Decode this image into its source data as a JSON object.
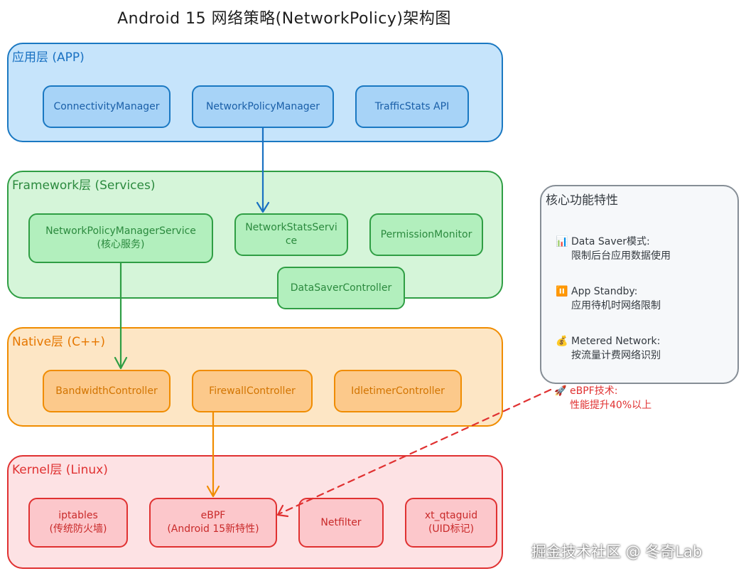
{
  "title": "Android 15 网络策略(NetworkPolicy)架构图",
  "layers": {
    "app": {
      "label": "应用层 (APP)",
      "components": [
        "ConnectivityManager",
        "NetworkPolicyManager",
        "TrafficStats API"
      ]
    },
    "framework": {
      "label": "Framework层 (Services)",
      "components": [
        {
          "line1": "NetworkPolicyManagerService",
          "line2": "(核心服务)"
        },
        {
          "line1": "NetworkStatsServi",
          "line2": "ce"
        },
        {
          "line1": "PermissionMonitor"
        },
        {
          "line1": "DataSaverController"
        }
      ]
    },
    "native": {
      "label": "Native层 (C++)",
      "components": [
        "BandwidthController",
        "FirewallController",
        "IdletimerController"
      ]
    },
    "kernel": {
      "label": "Kernel层 (Linux)",
      "components": [
        {
          "line1": "iptables",
          "line2": "(传统防火墙)"
        },
        {
          "line1": "eBPF",
          "line2": "(Android 15新特性)"
        },
        {
          "line1": "Netfilter"
        },
        {
          "line1": "xt_qtaguid",
          "line2": "(UID标记)"
        }
      ]
    }
  },
  "features": {
    "title": "核心功能特性",
    "items": [
      {
        "icon": "📊",
        "name": "Data Saver模式:",
        "desc": "限制后台应用数据使用"
      },
      {
        "icon": "⏸️",
        "name": "App Standby:",
        "desc": "应用待机时网络限制"
      },
      {
        "icon": "💰",
        "name": "Metered Network:",
        "desc": "按流量计费网络识别"
      }
    ],
    "ebpf": {
      "icon": "🚀",
      "name": "eBPF技术:",
      "desc": "性能提升40%以上"
    }
  },
  "watermark": "掘金技术社区 @ 冬奇Lab",
  "colors": {
    "app": "#1a78c2",
    "framework": "#2f9e44",
    "native": "#f08c00",
    "kernel": "#e03131",
    "features": "#868e96"
  }
}
